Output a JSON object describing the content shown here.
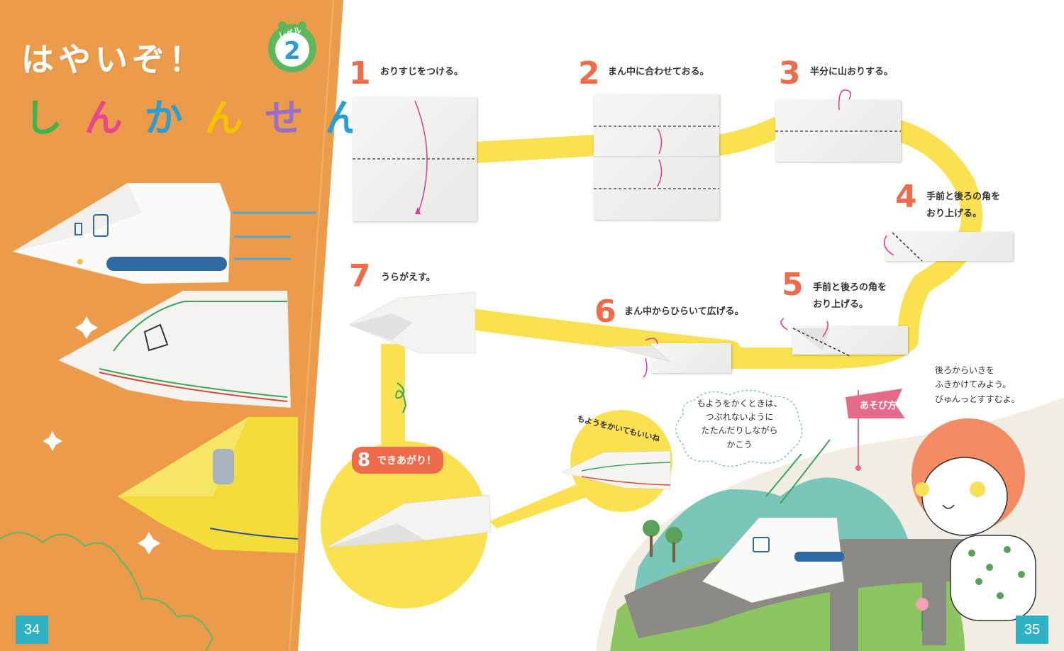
{
  "title": {
    "line1": "はやいぞ！",
    "line2": [
      "し",
      "ん",
      "か",
      "ん",
      "せ",
      "ん"
    ]
  },
  "title_colors": [
    "#3cb54a",
    "#e8478b",
    "#2a9fd6",
    "#f4c400",
    "#9b6fc7",
    "#2a9fd6"
  ],
  "level": {
    "label": "レベル",
    "value": "2"
  },
  "steps": [
    {
      "number": "1",
      "text": "おりすじをつける。"
    },
    {
      "number": "2",
      "text": "まん中に合わせておる。"
    },
    {
      "number": "3",
      "text": "半分に山おりする。"
    },
    {
      "number": "4",
      "text_line1": "手前と後ろの角を",
      "text_line2": "おり上げる。"
    },
    {
      "number": "5",
      "text_line1": "手前と後ろの角を",
      "text_line2": "おり上げる。"
    },
    {
      "number": "6",
      "text": "まん中からひらいて広げる。"
    },
    {
      "number": "7",
      "text": "うらがえす。"
    },
    {
      "number": "8",
      "text": "できあがり！"
    }
  ],
  "speech_bubble": {
    "lines": [
      "もようをかくときは、",
      "つぶれないように",
      "たたんだりしながら",
      "かこう"
    ]
  },
  "zoom_caption": "もようをかいてもいいね",
  "play": {
    "flag_label": "あそび方",
    "lines": [
      "後ろからいきを",
      "ふきかけてみよう。",
      "びゅんっとすすむよ。"
    ]
  },
  "page_numbers": {
    "left": "34",
    "right": "35"
  },
  "colors": {
    "orange": "#ec9b4a",
    "yellow_track": "#fbe04f",
    "accent": "#ef6b4a",
    "page_num_bg": "#2fb3c4"
  }
}
